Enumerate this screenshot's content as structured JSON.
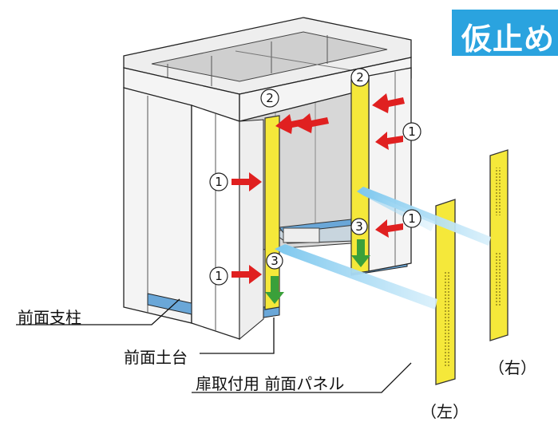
{
  "badge": {
    "text": "仮止め",
    "color": "#2aa3df"
  },
  "labels": {
    "front_post": "前面支柱",
    "front_base": "前面土台",
    "front_panel": "扉取付用 前面パネル",
    "right": "（右）",
    "left": "（左）"
  },
  "steps": {
    "one": "1",
    "two": "2",
    "three": "3"
  },
  "colors": {
    "panel_yellow": "#f5e83a",
    "arrow_red": "#e02020",
    "arrow_green": "#3aa03a",
    "arrow_blue": "#8fd0ef",
    "base_blue": "#6aa7d8"
  }
}
